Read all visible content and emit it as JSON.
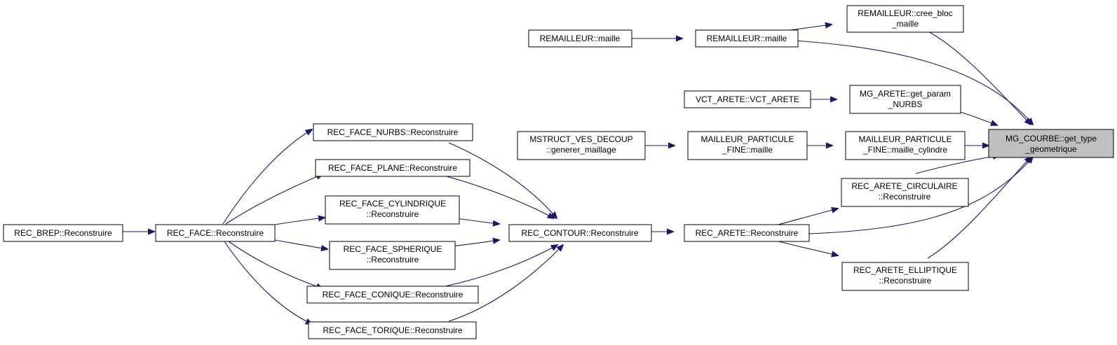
{
  "colors": {
    "edge": "#191970",
    "focus_fill": "#bfbfbf",
    "node_fill": "#ffffff",
    "node_border": "#000000"
  },
  "nodes": {
    "mg_courbe": {
      "lines": [
        "MG_COURBE::get_type",
        "_geometrique"
      ]
    },
    "remailleur_cree_bloc": {
      "lines": [
        "REMAILLEUR::cree_bloc",
        "_maille"
      ]
    },
    "remailleur_maille_a": {
      "lines": [
        "REMAILLEUR::maille"
      ]
    },
    "remailleur_maille_b": {
      "lines": [
        "REMAILLEUR::maille"
      ]
    },
    "mg_arete_get_param": {
      "lines": [
        "MG_ARETE::get_param",
        "_NURBS"
      ]
    },
    "vct_arete": {
      "lines": [
        "VCT_ARETE::VCT_ARETE"
      ]
    },
    "mailleur_particule_cyl": {
      "lines": [
        "MAILLEUR_PARTICULE",
        "_FINE::maille_cylindre"
      ]
    },
    "mailleur_particule_maille": {
      "lines": [
        "MAILLEUR_PARTICULE",
        "_FINE::maille"
      ]
    },
    "mstruct_ves": {
      "lines": [
        "MSTRUCT_VES_DECOUP",
        "::generer_maillage"
      ]
    },
    "rec_arete_circ": {
      "lines": [
        "REC_ARETE_CIRCULAIRE",
        "::Reconstruire"
      ]
    },
    "rec_arete": {
      "lines": [
        "REC_ARETE::Reconstruire"
      ]
    },
    "rec_arete_ellip": {
      "lines": [
        "REC_ARETE_ELLIPTIQUE",
        "::Reconstruire"
      ]
    },
    "rec_contour": {
      "lines": [
        "REC_CONTOUR::Reconstruire"
      ]
    },
    "rec_face_nurbs": {
      "lines": [
        "REC_FACE_NURBS::Reconstruire"
      ]
    },
    "rec_face_plane": {
      "lines": [
        "REC_FACE_PLANE::Reconstruire"
      ]
    },
    "rec_face_cyl": {
      "lines": [
        "REC_FACE_CYLINDRIQUE",
        "::Reconstruire"
      ]
    },
    "rec_face_spher": {
      "lines": [
        "REC_FACE_SPHERIQUE",
        "::Reconstruire"
      ]
    },
    "rec_face_conique": {
      "lines": [
        "REC_FACE_CONIQUE::Reconstruire"
      ]
    },
    "rec_face_torique": {
      "lines": [
        "REC_FACE_TORIQUE::Reconstruire"
      ]
    },
    "rec_face": {
      "lines": [
        "REC_FACE::Reconstruire"
      ]
    },
    "rec_brep": {
      "lines": [
        "REC_BREP::Reconstruire"
      ]
    }
  }
}
